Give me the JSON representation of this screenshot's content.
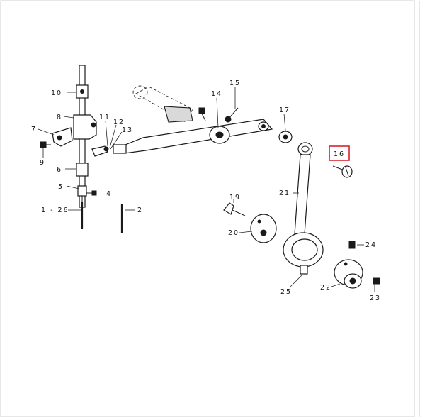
{
  "diagram": {
    "labels": [
      {
        "id": "10",
        "text": "10"
      },
      {
        "id": "8",
        "text": "8"
      },
      {
        "id": "7",
        "text": "7"
      },
      {
        "id": "9",
        "text": "9"
      },
      {
        "id": "11",
        "text": "11"
      },
      {
        "id": "12",
        "text": "12"
      },
      {
        "id": "13",
        "text": "13"
      },
      {
        "id": "6",
        "text": "6"
      },
      {
        "id": "5",
        "text": "5"
      },
      {
        "id": "4",
        "text": "4"
      },
      {
        "id": "1",
        "text": "1 - 26"
      },
      {
        "id": "2",
        "text": "2"
      },
      {
        "id": "14",
        "text": "14"
      },
      {
        "id": "15",
        "text": "15"
      },
      {
        "id": "17",
        "text": "17"
      },
      {
        "id": "16",
        "text": "16"
      },
      {
        "id": "21",
        "text": "21"
      },
      {
        "id": "19",
        "text": "19"
      },
      {
        "id": "20",
        "text": "20"
      },
      {
        "id": "24",
        "text": "24"
      },
      {
        "id": "22",
        "text": "22"
      },
      {
        "id": "23",
        "text": "23"
      },
      {
        "id": "25",
        "text": "25"
      }
    ],
    "highlight_color": "#d9232e",
    "line_color": "#1a1a1a"
  }
}
